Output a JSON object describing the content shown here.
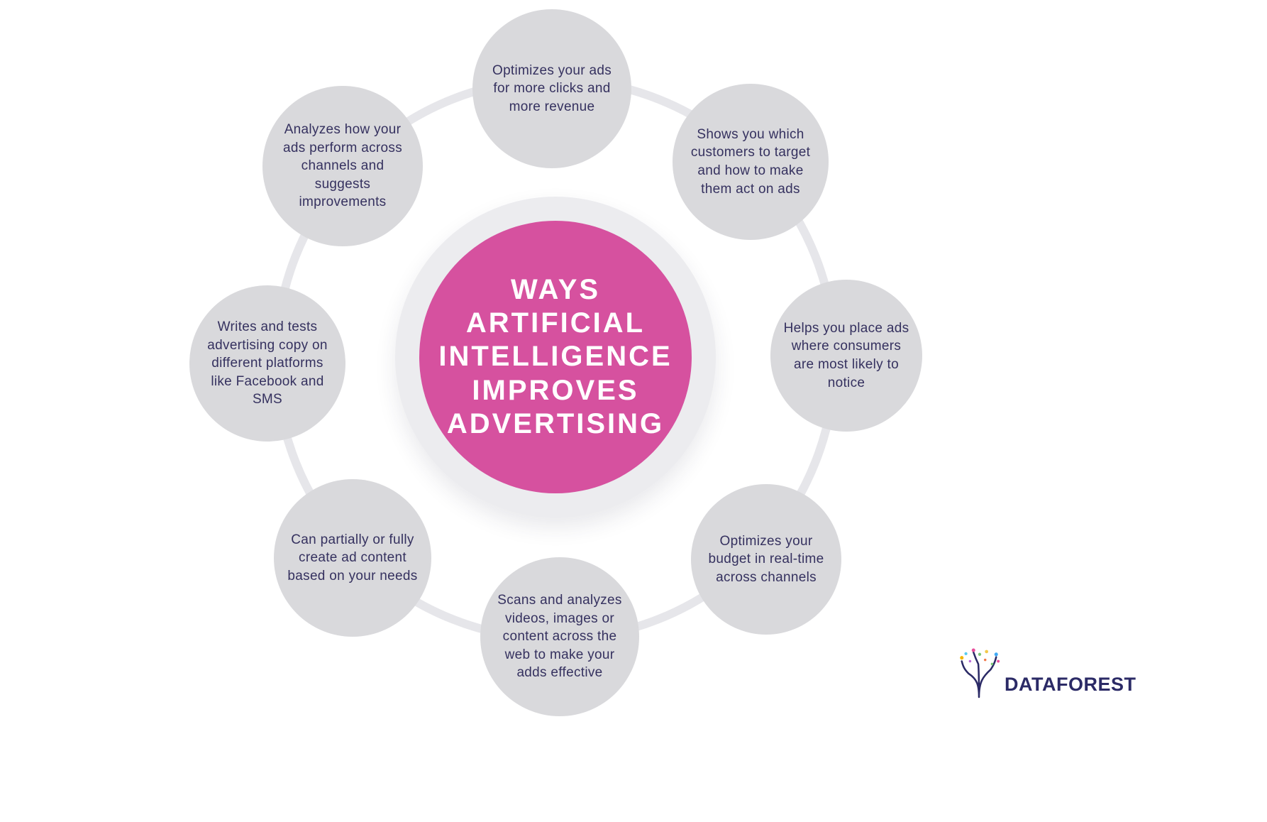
{
  "diagram": {
    "center": {
      "title_lines": [
        "WAYS",
        "ARTIFICIAL",
        "INTELLIGENCE",
        "IMPROVES",
        "ADVERTISING"
      ],
      "bg_color": "#d6519f",
      "text_color": "#ffffff"
    },
    "nodes": [
      {
        "id": "top",
        "label": "Optimizes your ads for more clicks and more revenue"
      },
      {
        "id": "top-right",
        "label": "Shows you which customers to target and how to make them act on ads"
      },
      {
        "id": "right",
        "label": "Helps you place ads where consumers are most likely to notice"
      },
      {
        "id": "bottom-right",
        "label": "Optimizes your budget in real-time across channels"
      },
      {
        "id": "bottom",
        "label": "Scans and analyzes videos, images or content across the web to make your adds effective"
      },
      {
        "id": "bottom-left",
        "label": "Can partially or fully create ad content based on your needs"
      },
      {
        "id": "left",
        "label": "Writes and tests advertising copy on different platforms like Facebook and SMS"
      },
      {
        "id": "top-left",
        "label": "Analyzes how your ads perform across channels and suggests improvements"
      }
    ],
    "colors": {
      "node_bg": "#d9d9dc",
      "ring": "#e6e6ea",
      "node_text": "#35315f"
    }
  },
  "branding": {
    "logo_text": "DATAFOREST"
  }
}
